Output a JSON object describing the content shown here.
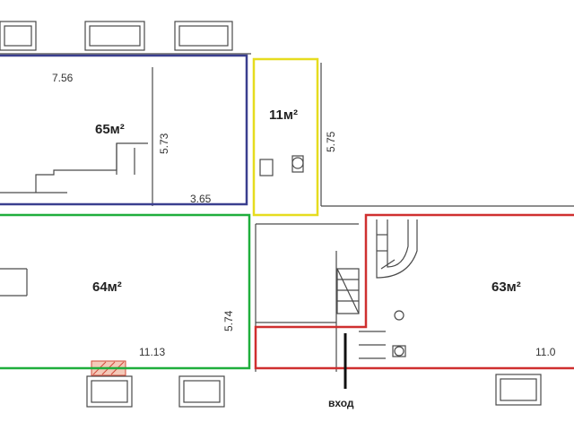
{
  "plan": {
    "rooms": [
      {
        "id": "room-65",
        "area_label": "65м²",
        "outline_color": "#3a3f8f"
      },
      {
        "id": "room-11",
        "area_label": "11м²",
        "outline_color": "#e6dc1e"
      },
      {
        "id": "room-64",
        "area_label": "64м²",
        "outline_color": "#1fae3c"
      },
      {
        "id": "room-63",
        "area_label": "63м²",
        "outline_color": "#cf2f2f"
      }
    ],
    "dimensions": {
      "top_width": "7.56",
      "room65_height": "5.73",
      "room65_inner": "3.65",
      "room11_side": "5.75",
      "room64_width": "11.13",
      "room64_height": "5.74",
      "room63_width": "11.0"
    },
    "entrance_label": "вход"
  }
}
